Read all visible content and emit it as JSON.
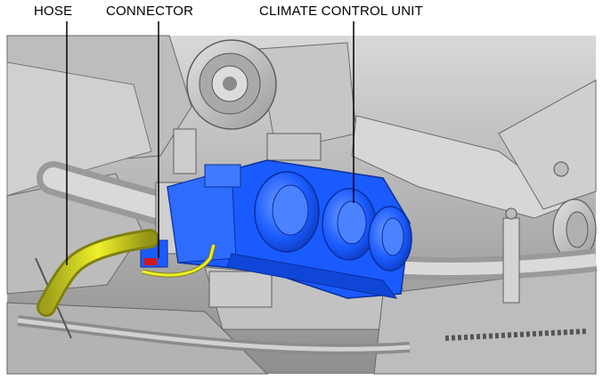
{
  "labels": {
    "hose": "HOSE",
    "connector": "CONNECTOR",
    "climate_control_unit": "CLIMATE CONTROL UNIT"
  },
  "colors": {
    "climate_control_unit": "#1a5bff",
    "hose": "#e6ea1e",
    "connector": "#e6ea1e",
    "leader_line": "#000000",
    "background_parts": "#c9c9c9"
  }
}
